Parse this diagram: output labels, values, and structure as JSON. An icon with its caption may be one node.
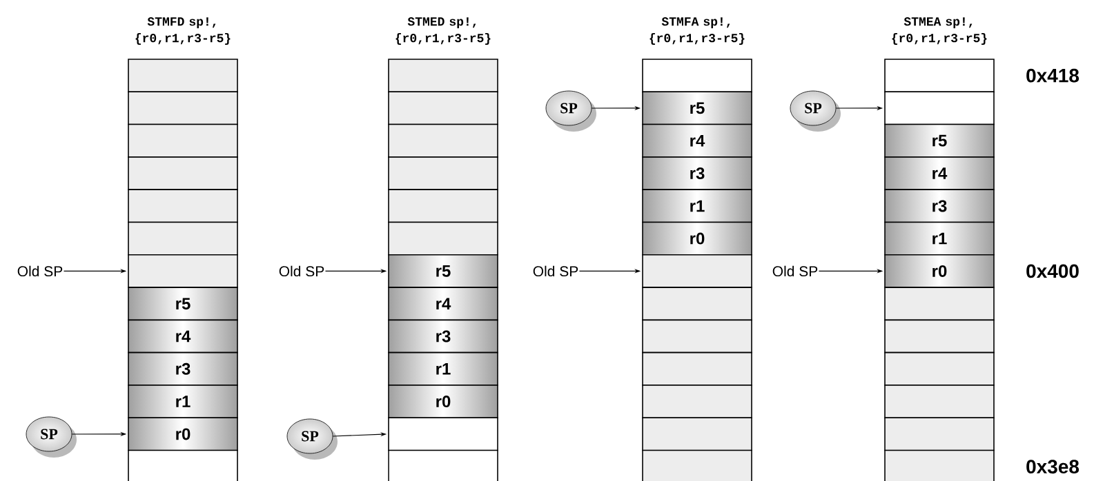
{
  "diagram": {
    "nodes": [
      {
        "text": [],
        "shape": "box"
      },
      {
        "text": [],
        "shape": "box"
      },
      {
        "text": [],
        "shape": "box"
      },
      {
        "text": [],
        "shape": "box"
      },
      {
        "text": [],
        "shape": "box"
      },
      {
        "text": [],
        "shape": "box"
      },
      {
        "text": [],
        "shape": "box"
      },
      {
        "text": [
          "r5"
        ]
      },
      {
        "text": [
          "r4"
        ]
      },
      {
        "text": [
          "r3"
        ]
      },
      {
        "text": [
          "r1"
        ]
      },
      {
        "text": [
          "r0"
        ]
      },
      {
        "text": [],
        "shape": "box"
      },
      {
        "text": [
          "Old SP"
        ]
      },
      {
        "text": [
          "SP"
        ]
      },
      {
        "text": [],
        "shape": "box"
      },
      {
        "text": [],
        "shape": "box"
      },
      {
        "text": [],
        "shape": "box"
      },
      {
        "text": [],
        "shape": "box"
      },
      {
        "text": [],
        "shape": "box"
      },
      {
        "text": [],
        "shape": "box"
      },
      {
        "text": [
          "r5"
        ]
      },
      {
        "text": [
          "r4"
        ]
      },
      {
        "text": [
          "r3"
        ]
      },
      {
        "text": [
          "r1"
        ]
      },
      {
        "text": [
          "r0"
        ]
      },
      {
        "text": [],
        "shape": "box"
      },
      {
        "text": [],
        "shape": "box"
      },
      {
        "text": [
          "Old SP"
        ]
      },
      {
        "text": [
          "SP"
        ]
      },
      {
        "text": [],
        "shape": "box"
      },
      {
        "text": [
          "r5"
        ]
      },
      {
        "text": [
          "r4"
        ]
      },
      {
        "text": [
          "r3"
        ]
      },
      {
        "text": [
          "r1"
        ]
      },
      {
        "text": [
          "r0"
        ]
      },
      {
        "text": [],
        "shape": "box"
      },
      {
        "text": [],
        "shape": "box"
      },
      {
        "text": [],
        "shape": "box"
      },
      {
        "text": [],
        "shape": "box"
      },
      {
        "text": [],
        "shape": "box"
      },
      {
        "text": [],
        "shape": "box"
      },
      {
        "text": [],
        "shape": "box"
      },
      {
        "text": [
          "Old SP"
        ]
      },
      {
        "text": [
          "SP"
        ]
      },
      {
        "text": [],
        "shape": "box"
      },
      {
        "text": [],
        "shape": "box"
      },
      {
        "text": [
          "r5"
        ]
      },
      {
        "text": [
          "r4"
        ]
      },
      {
        "text": [
          "r3"
        ]
      },
      {
        "text": [
          "r1"
        ]
      },
      {
        "text": [
          "r0"
        ]
      },
      {
        "text": [],
        "shape": "box"
      },
      {
        "text": [],
        "shape": "box"
      },
      {
        "text": [],
        "shape": "box"
      },
      {
        "text": [],
        "shape": "box"
      },
      {
        "text": [],
        "shape": "box"
      },
      {
        "text": [],
        "shape": "box"
      },
      {
        "text": [
          "Old SP"
        ]
      },
      {
        "text": [
          "SP"
        ]
      }
    ],
    "edges": [
      {
        "from": 13,
        "to": 6,
        "arrow": "to"
      },
      {
        "from": 14,
        "to": 11,
        "arrow": "to"
      },
      {
        "from": 28,
        "to": 21,
        "arrow": "to"
      },
      {
        "from": 29,
        "to": 26,
        "arrow": "to"
      },
      {
        "from": 43,
        "to": 36,
        "arrow": "to"
      },
      {
        "from": 44,
        "to": 31,
        "arrow": "to"
      },
      {
        "from": 58,
        "to": 51,
        "arrow": "to"
      },
      {
        "from": 59,
        "to": 46,
        "arrow": "to"
      }
    ],
    "labels": [
      "STMFD sp!, {r0,r1,r3-r5}",
      "STMED sp!, {r0,r1,r3-r5}",
      "STMFA sp!, {r0,r1,r3-r5}",
      "STMEA sp!, {r0,r1,r3-r5}",
      "0x418",
      "0x400",
      "0x3e8"
    ]
  }
}
